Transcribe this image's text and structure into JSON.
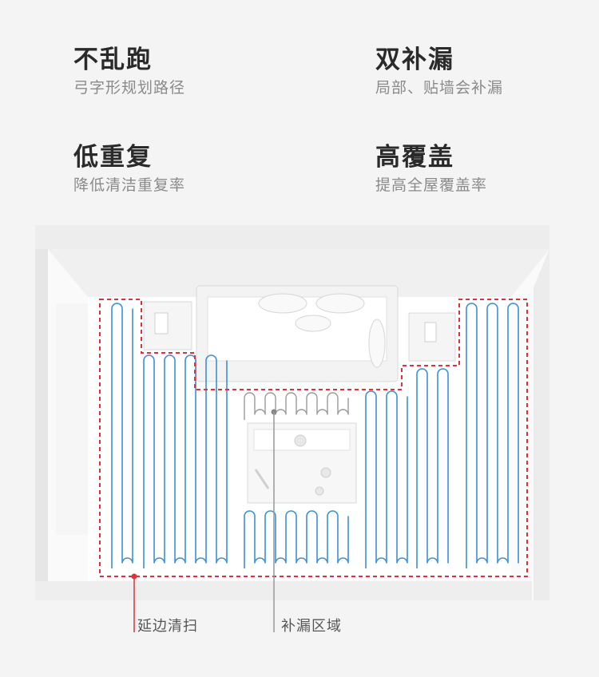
{
  "features": [
    {
      "title": "不乱跑",
      "subtitle": "弓字形规划路径"
    },
    {
      "title": "双补漏",
      "subtitle": "局部、贴墙会补漏"
    },
    {
      "title": "低重复",
      "subtitle": "降低清洁重复率"
    },
    {
      "title": "高覆盖",
      "subtitle": "提高全屋覆盖率"
    }
  ],
  "legend": {
    "edge_cleaning": "延边清扫",
    "fill_area": "补漏区域"
  },
  "colors": {
    "path": "#3d8fd6",
    "edge_dash": "#e0303a",
    "fill_path": "#9a9a9a"
  }
}
